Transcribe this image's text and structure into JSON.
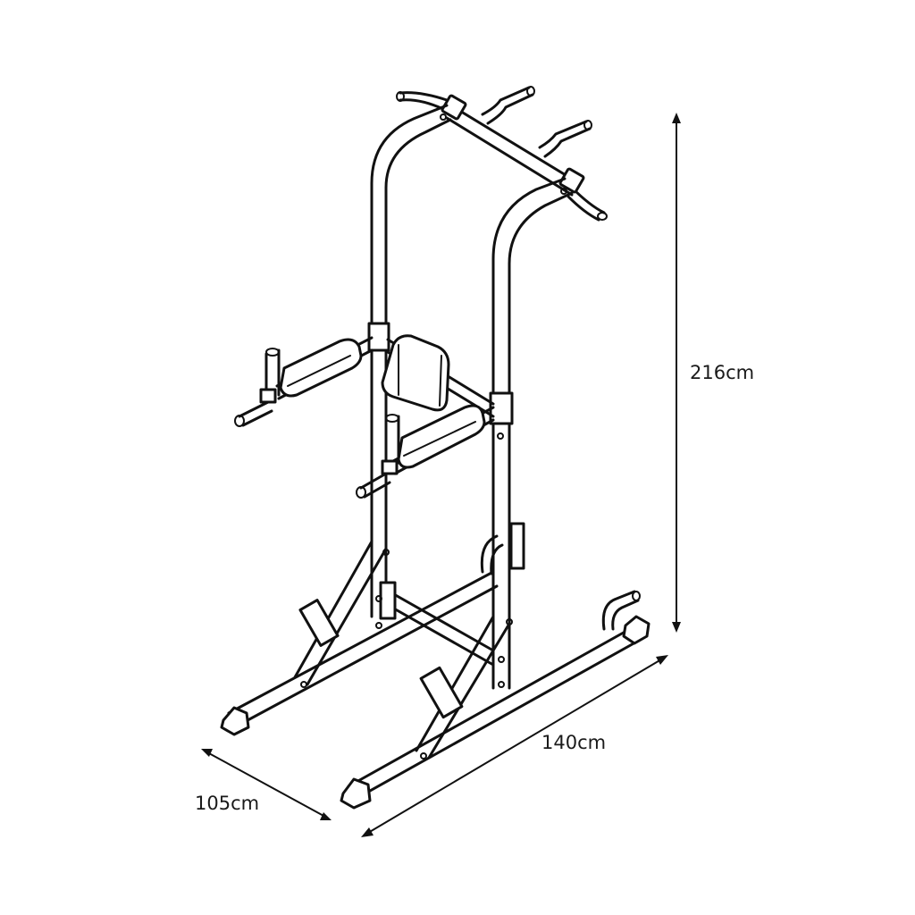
{
  "diagram": {
    "dimensions": {
      "height_label": "216cm",
      "length_label": "140cm",
      "width_label": "105cm"
    },
    "colors": {
      "line": "#111111",
      "background": "#ffffff"
    }
  }
}
